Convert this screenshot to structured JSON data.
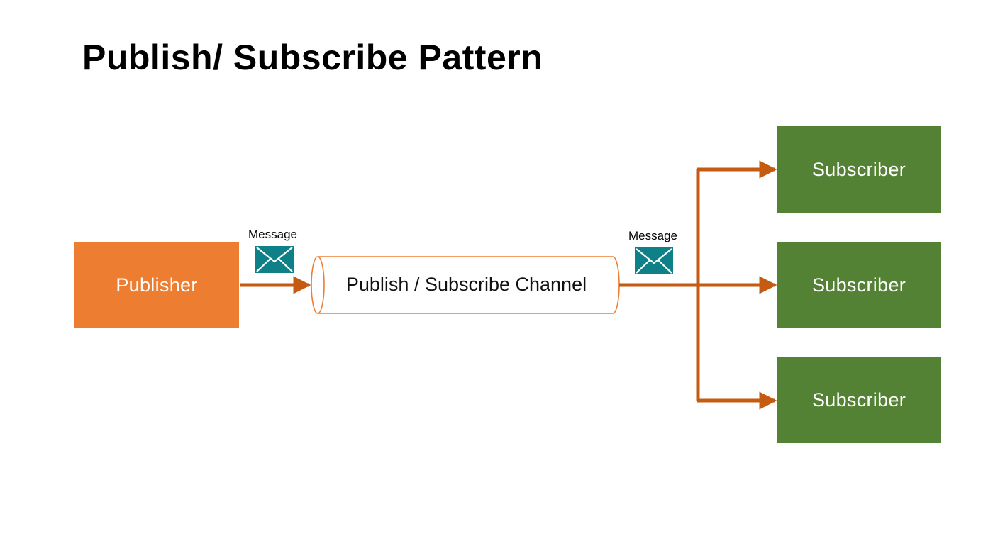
{
  "title": "Publish/ Subscribe Pattern",
  "publisher": {
    "label": "Publisher",
    "color": "#ED7D31"
  },
  "channel": {
    "label": "Publish / Subscribe Channel",
    "stroke_color": "#ED7D31"
  },
  "messages": [
    {
      "label": "Message",
      "icon": "envelope-icon"
    },
    {
      "label": "Message",
      "icon": "envelope-icon"
    }
  ],
  "subscribers": [
    {
      "label": "Subscriber"
    },
    {
      "label": "Subscriber"
    },
    {
      "label": "Subscriber"
    }
  ],
  "colors": {
    "subscriber": "#548235",
    "arrow": "#C55A11",
    "envelope": "#0E8088"
  }
}
